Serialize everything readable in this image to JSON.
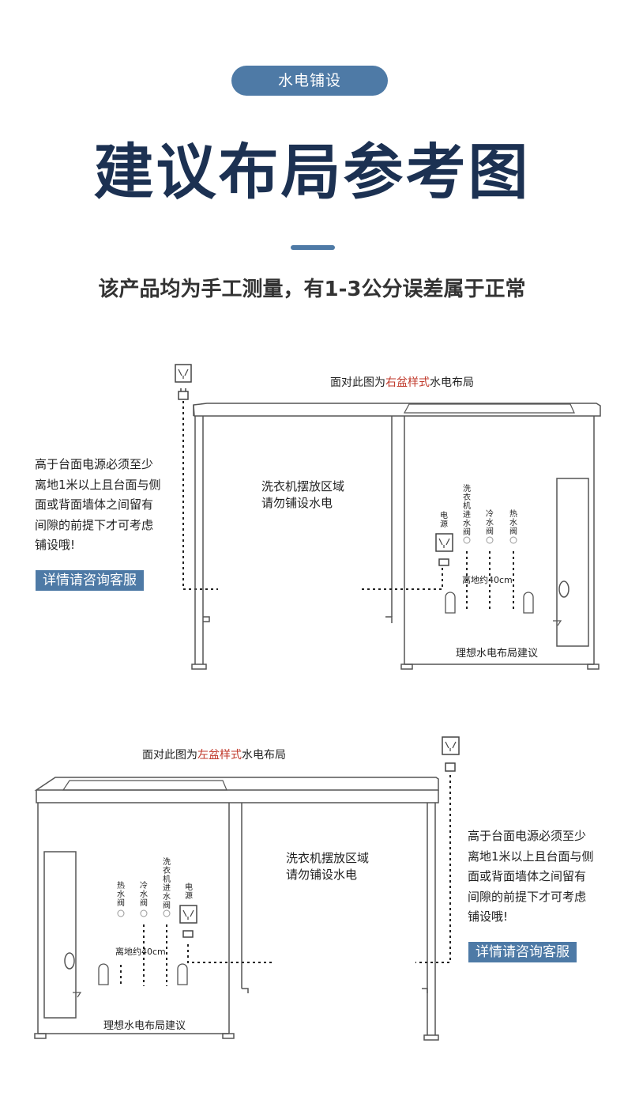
{
  "header": {
    "pill_label": "水电铺设",
    "title": "建议布局参考图",
    "subtitle": "该产品均为手工测量，有1-3公分误差属于正常"
  },
  "diagram_right": {
    "caption_prefix": "面对此图为",
    "caption_highlight": "右盆样式",
    "caption_suffix": "水电布局",
    "note_lines": [
      "高于台面电源必须至少",
      "离地1米以上且台面与侧",
      "面或背面墙体之间留有",
      "间隙的前提下才可考虑",
      "铺设哦!"
    ],
    "contact_label": "详情请咨询客服",
    "zone_lines": [
      "洗衣机摆放区域",
      "请勿铺设水电"
    ],
    "labels": {
      "power": "电源",
      "washer_valve": "洗衣机进水阀",
      "cold_valve": "冷水阀",
      "hot_valve": "热水阀",
      "height": "离地约40cm",
      "footer": "理想水电布局建议"
    }
  },
  "diagram_left": {
    "caption_prefix": "面对此图为",
    "caption_highlight": "左盆样式",
    "caption_suffix": "水电布局",
    "note_lines": [
      "高于台面电源必须至少",
      "离地1米以上且台面与侧",
      "面或背面墙体之间留有",
      "间隙的前提下才可考虑",
      "铺设哦!"
    ],
    "contact_label": "详情请咨询客服",
    "zone_lines": [
      "洗衣机摆放区域",
      "请勿铺设水电"
    ],
    "labels": {
      "power": "电源",
      "washer_valve": "洗衣机进水阀",
      "cold_valve": "冷水阀",
      "hot_valve": "热水阀",
      "height": "离地约40cm",
      "footer": "理想水电布局建议"
    }
  },
  "colors": {
    "accent": "#4e7aa6",
    "title": "#1c3152",
    "highlight": "#c0392b",
    "line": "#555555"
  },
  "icons": [
    "socket-icon",
    "plug-icon",
    "valve-icon",
    "pipe-outlet-icon",
    "drain-icon"
  ]
}
